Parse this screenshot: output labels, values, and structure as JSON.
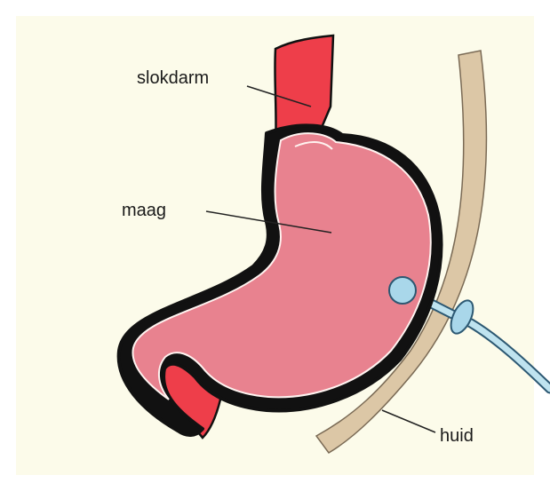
{
  "labels": {
    "slokdarm": "slokdarm",
    "maag": "maag",
    "huid": "huid"
  },
  "colors": {
    "background": "#fcfbea",
    "esophagus": "#ee3e4a",
    "stomach": "#e8828f",
    "outline": "#111111",
    "inner_line": "#fff3f0",
    "skin": "#dcc7a6",
    "skin_outline": "#7a6a55",
    "tube": "#bfe3ef",
    "tube_outline": "#2c5872",
    "button": "#a9d7ea"
  },
  "icons": {
    "stomach": "stomach-illustration",
    "skin": "skin-layer-illustration",
    "tube": "feeding-tube-illustration"
  }
}
